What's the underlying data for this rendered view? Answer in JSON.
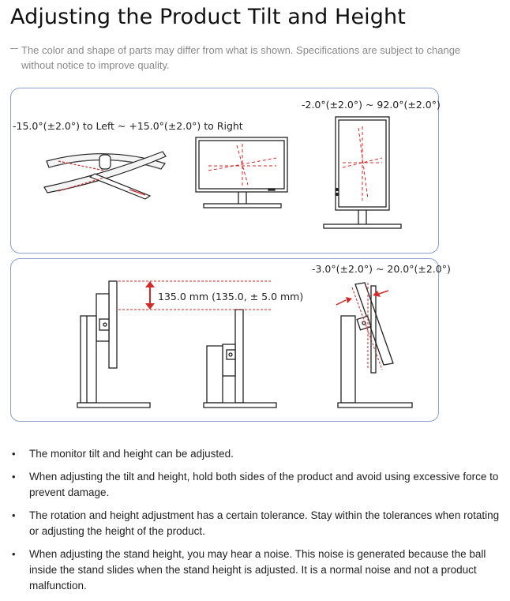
{
  "title": "Adjusting the Product Tilt and Height",
  "note": "The color and shape of parts may differ from what is shown. Specifications are subject to change without notice to improve quality.",
  "diagram_top": {
    "swivel_label": "-15.0°(±2.0°) to Left ~ +15.0°(±2.0°) to Right",
    "pivot_label": "-2.0°(±2.0°) ~ 92.0°(±2.0°)"
  },
  "diagram_bottom": {
    "height_label": "135.0 mm (135.0, ± 5.0 mm)",
    "tilt_label": "-3.0°(±2.0°) ~ 20.0°(±2.0°)"
  },
  "bullets": [
    "The monitor tilt and height can be adjusted.",
    "When adjusting the tilt and height, hold both sides of the product and avoid using excessive force to prevent damage.",
    "The rotation and height adjustment has a certain tolerance. Stay within the tolerances when rotating or adjusting the height of the product.",
    "When adjusting the stand height, you may hear a noise. This noise is generated because the ball inside the stand slides when the stand height is adjusted. It is a normal noise and not a product malfunction."
  ],
  "colors": {
    "panel_border": "#8aa0c8",
    "accent_red": "#d42a2a"
  }
}
